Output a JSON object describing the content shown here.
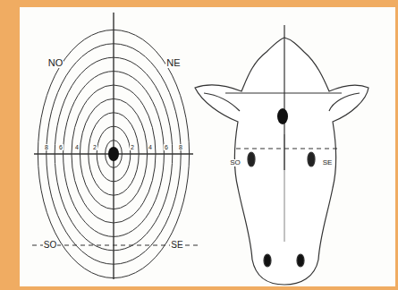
{
  "diagram": {
    "labels": [
      "NO",
      "NE",
      "8",
      "6",
      "4",
      "2",
      "2",
      "4",
      "6",
      "8",
      "SO",
      "SE",
      "SO",
      "SE"
    ]
  }
}
